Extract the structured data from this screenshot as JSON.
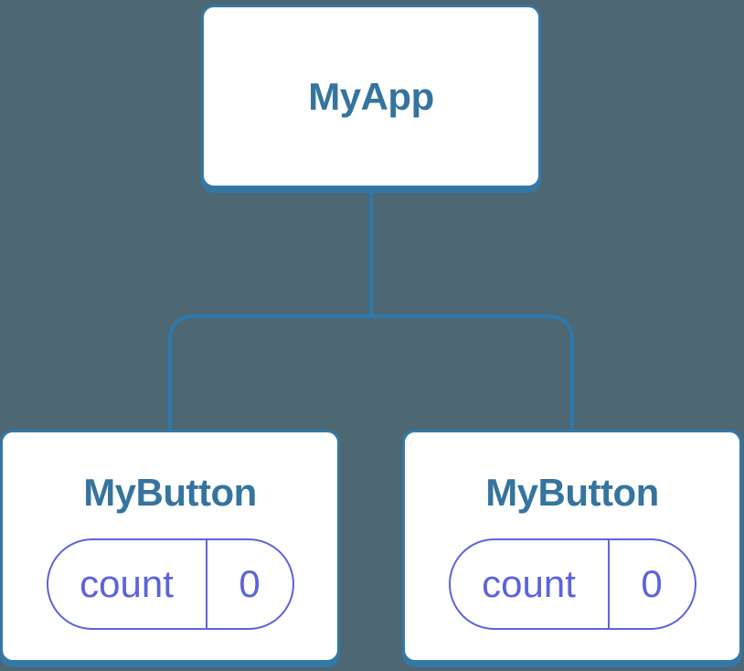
{
  "colors": {
    "background": "#4D6773",
    "line": "#3178A8",
    "node_border": "#3478A6",
    "node_bg": "#FFFFFF",
    "title_text": "#35749E",
    "state_accent": "#5C63DC"
  },
  "tree": {
    "root": {
      "label": "MyApp"
    },
    "children": [
      {
        "label": "MyButton",
        "state": {
          "key": "count",
          "value": "0"
        }
      },
      {
        "label": "MyButton",
        "state": {
          "key": "count",
          "value": "0"
        }
      }
    ]
  }
}
